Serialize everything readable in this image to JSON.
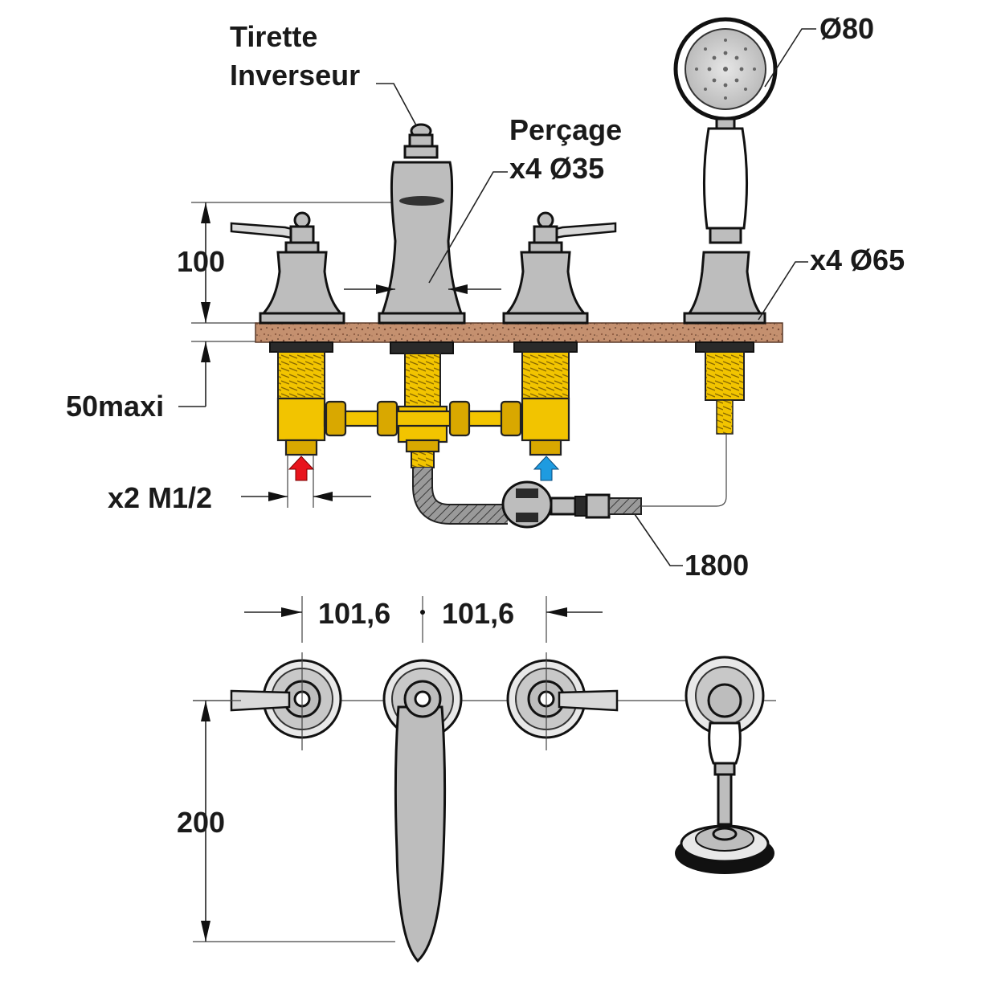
{
  "labels": {
    "tirette_line1": "Tirette",
    "tirette_line2": "Inverseur",
    "percage_line1": "Perçage",
    "percage_line2": "x4 Ø35",
    "diameter_80": "Ø80",
    "x4_65": "x4  Ø65",
    "dim_100": "100",
    "dim_50maxi": "50maxi",
    "x2_m12": "x2 M1/2",
    "dim_1800": "1800",
    "dim_101_left": "101,6",
    "dim_101_right": "101,6",
    "dim_200": "200"
  },
  "colors": {
    "hot_arrow": "#e8141c",
    "cold_arrow": "#1e9be0",
    "brass": "#f2c400",
    "chrome": "#bdbdbd",
    "deck": "#c08a6a"
  }
}
